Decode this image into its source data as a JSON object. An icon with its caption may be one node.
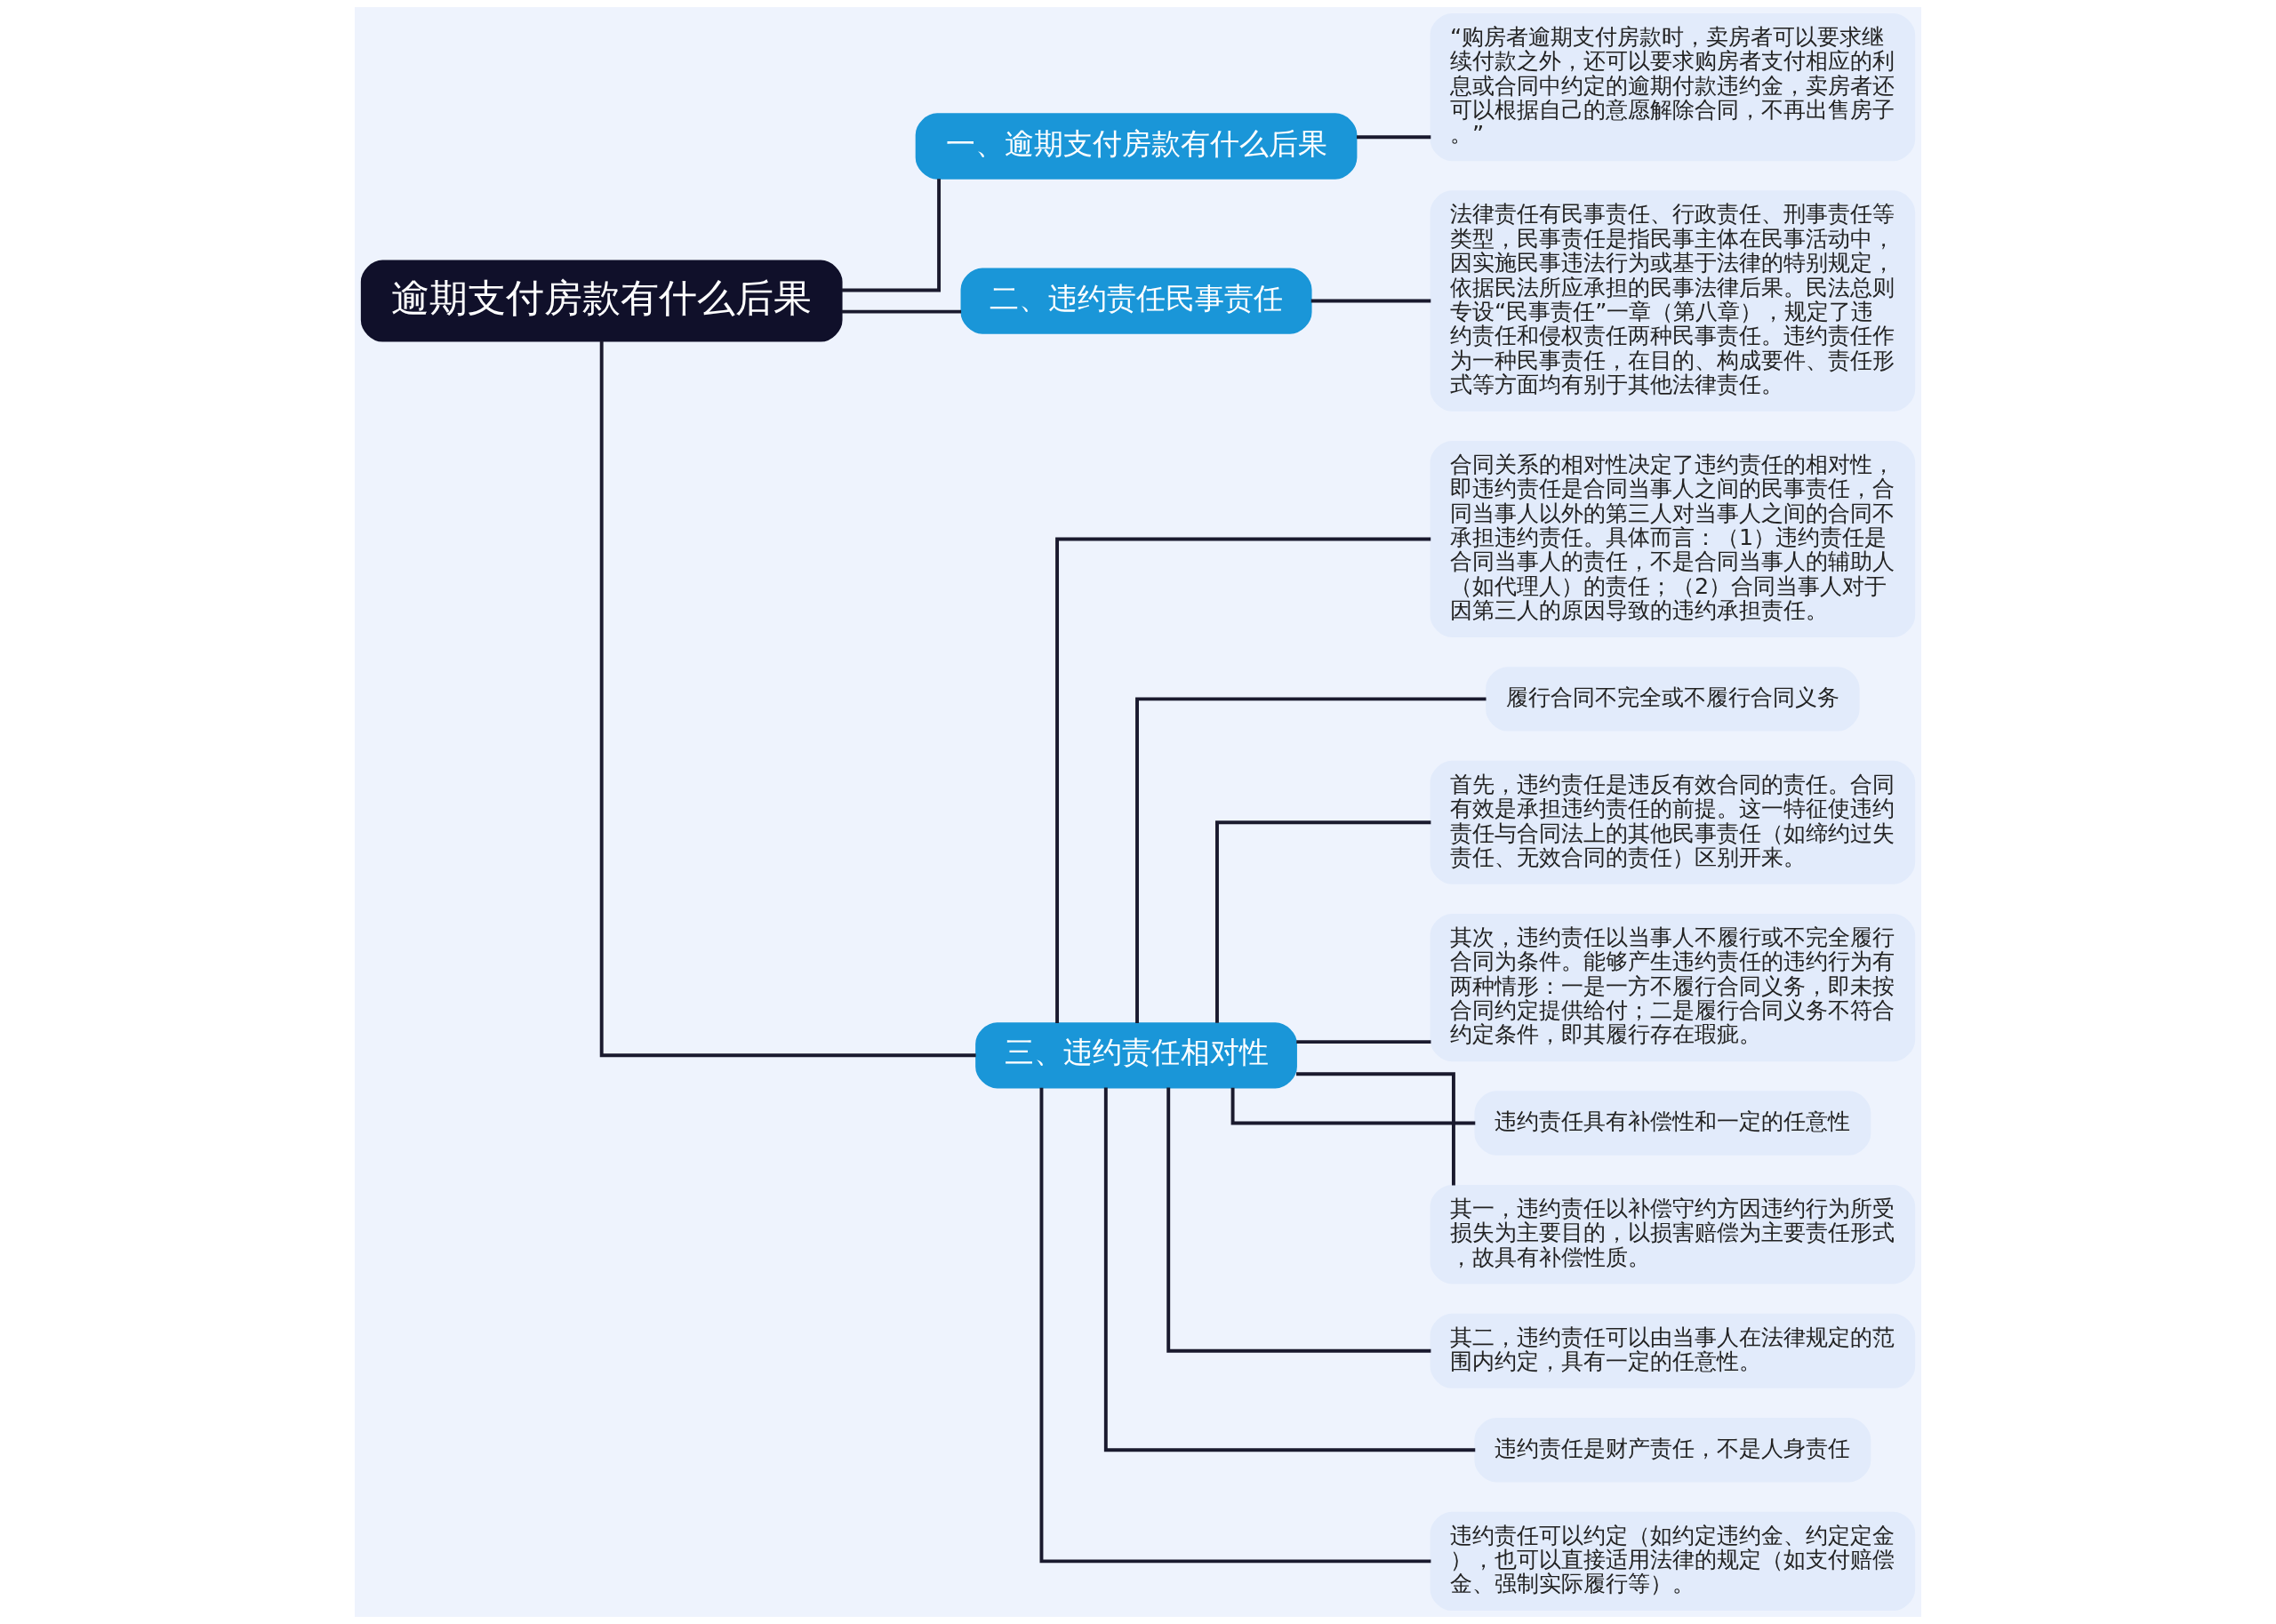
{
  "diagram": {
    "nodes": [
      {
        "text": [
          "逾期支付房款有什么后果"
        ]
      },
      {
        "text": [
          "一、逾期支付房款有什么后果"
        ]
      },
      {
        "text": [
          "“购房者逾期支付房款时，卖房者可以要求继续付款之外，还可以要求购房者支付相应的利息或合同中约定的逾期付款违约金，卖房者还可以根据自己的意愿解除合同，不再出售房子。”"
        ]
      },
      {
        "text": [
          "二、违约责任民事责任"
        ]
      },
      {
        "text": [
          "法律责任有民事责任、行政责任、刑事责任等类型，民事责任是指民事主体在民事活动中，因实施民事违法行为或基于法律的特别规定，依据民法所应承担的民事法律后果。民法总则专设“民事责任”一章（第八章），规定了违约责任和侵权责任两种民事责任。违约责任作为一种民事责任，在目的、构成要件、责任形式等方面均有别于其他法律责任。"
        ]
      },
      {
        "text": [
          "三、违约责任相对性"
        ]
      },
      {
        "text": [
          "合同关系的相对性决定了违约责任的相对性，即违约责任是合同当事人之间的民事责任，合同当事人以外的第三人对当事人之间的合同不承担违约责任。具体而言：（1）违约责任是合同当事人的责任，不是合同当事人的辅助人（如代理人）的责任；（2）合同当事人对于因第三人的原因导致的违约承担责任。"
        ]
      },
      {
        "text": [
          "履行合同不完全或不履行合同义务"
        ]
      },
      {
        "text": [
          "首先，违约责任是违反有效合同的责任。合同有效是承担违约责任的前提。这一特征使违约责任与合同法上的其他民事责任（如缔约过失责任、无效合同的责任）区别开来。"
        ]
      },
      {
        "text": [
          "其次，违约责任以当事人不履行或不完全履行合同为条件。能够产生违约责任的违约行为有两种情形：一是一方不履行合同义务，即未按合同约定提供给付；二是履行合同义务不符合约定条件，即其履行存在瑕疵。"
        ]
      },
      {
        "text": [
          "违约责任具有补偿性和一定的任意性"
        ]
      },
      {
        "text": [
          "其一，违约责任以补偿守约方因违约行为所受损失为主要目的，以损害赔偿为主要责任形式，故具有补偿性质。"
        ]
      },
      {
        "text": [
          "其二，违约责任可以由当事人在法律规定的范围内约定，具有一定的任意性。"
        ]
      },
      {
        "text": [
          "违约责任是财产责任，不是人身责任"
        ]
      },
      {
        "text": [
          "违约责任可以约定（如约定违约金、约定定金），也可以直接适用法律的规定（如支付赔偿金、强制实际履行等）。"
        ]
      }
    ],
    "edges": [
      {
        "from": 0,
        "to": 1,
        "arrow": "none"
      },
      {
        "from": 1,
        "to": 2,
        "arrow": "none"
      },
      {
        "from": 0,
        "to": 3,
        "arrow": "none"
      },
      {
        "from": 3,
        "to": 4,
        "arrow": "none"
      },
      {
        "from": 0,
        "to": 5,
        "arrow": "none"
      },
      {
        "from": 5,
        "to": 6,
        "arrow": "none"
      },
      {
        "from": 5,
        "to": 7,
        "arrow": "none"
      },
      {
        "from": 5,
        "to": 8,
        "arrow": "none"
      },
      {
        "from": 5,
        "to": 9,
        "arrow": "none"
      },
      {
        "from": 5,
        "to": 10,
        "arrow": "none"
      },
      {
        "from": 5,
        "to": 11,
        "arrow": "none"
      },
      {
        "from": 5,
        "to": 12,
        "arrow": "none"
      },
      {
        "from": 5,
        "to": 13,
        "arrow": "none"
      },
      {
        "from": 5,
        "to": 14,
        "arrow": "none"
      }
    ]
  }
}
